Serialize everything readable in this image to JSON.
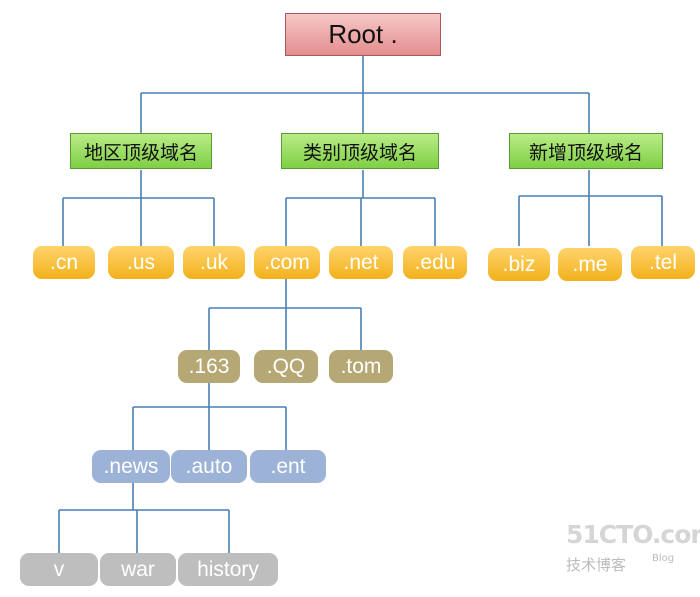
{
  "root": {
    "label": "Root ."
  },
  "categories": [
    {
      "label": "地区顶级域名",
      "children": [
        ".cn",
        ".us",
        ".uk"
      ]
    },
    {
      "label": "类别顶级域名",
      "children": [
        ".com",
        ".net",
        ".edu"
      ]
    },
    {
      "label": "新增顶级域名",
      "children": [
        ".biz",
        ".me",
        ".tel"
      ]
    }
  ],
  "second_level": [
    ".163",
    ".QQ",
    ".tom"
  ],
  "third_level": [
    ".news",
    ".auto",
    ".ent"
  ],
  "fourth_level": [
    "v",
    "war",
    "history"
  ],
  "watermark": {
    "brand": "51CTO.com",
    "subtitle": "技术博客",
    "tag": "Blog"
  },
  "colors": {
    "root": "#e48d8d",
    "category": "#7fcf45",
    "tld": "#f2b11c",
    "second_level": "#b6a875",
    "third_level": "#9cb2d6",
    "fourth_level": "#bebebe",
    "connector": "#4a7fb5"
  }
}
